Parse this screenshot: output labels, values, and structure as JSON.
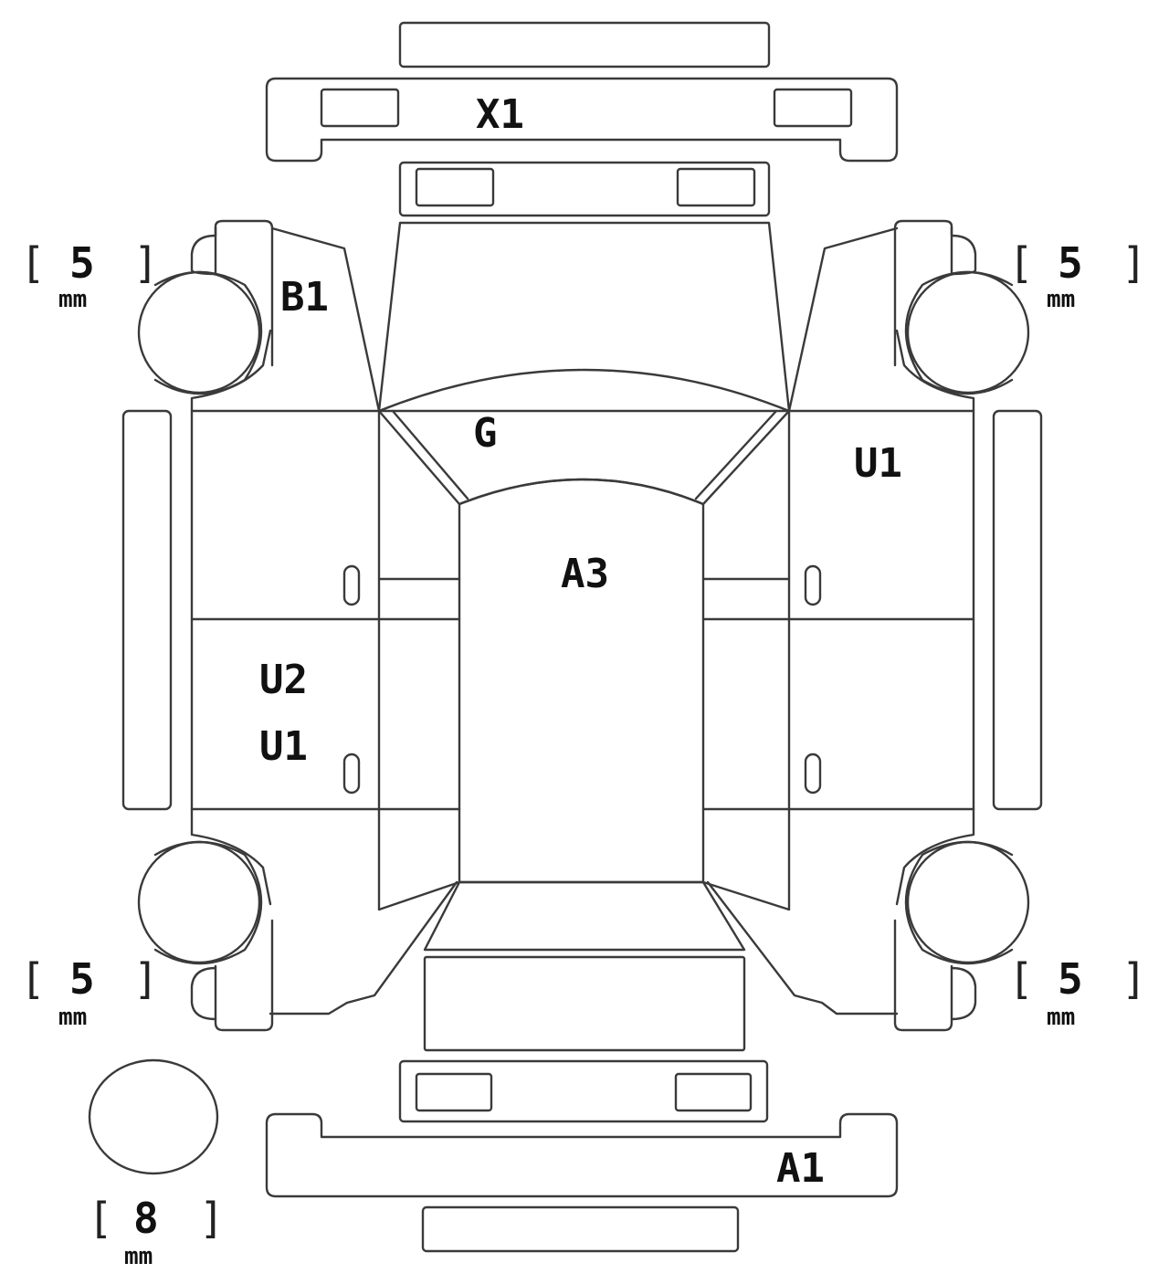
{
  "labels": {
    "x1": "X1",
    "b1": "B1",
    "g": "G",
    "u1_right": "U1",
    "a3": "A3",
    "u2": "U2",
    "u1_left": "U1",
    "a1": "A1"
  },
  "tire_depths": {
    "front_left": {
      "value": "5",
      "unit": "mm",
      "open": "[",
      "close": "]"
    },
    "front_right": {
      "value": "5",
      "unit": "mm",
      "open": "[",
      "close": "]"
    },
    "rear_left": {
      "value": "5",
      "unit": "mm",
      "open": "[",
      "close": "]"
    },
    "rear_right": {
      "value": "5",
      "unit": "mm",
      "open": "[",
      "close": "]"
    },
    "spare": {
      "value": "8",
      "unit": "mm",
      "open": "[",
      "close": "]"
    }
  },
  "colors": {
    "line": "#3a3a3a",
    "text": "#111111",
    "background": "#ffffff"
  }
}
